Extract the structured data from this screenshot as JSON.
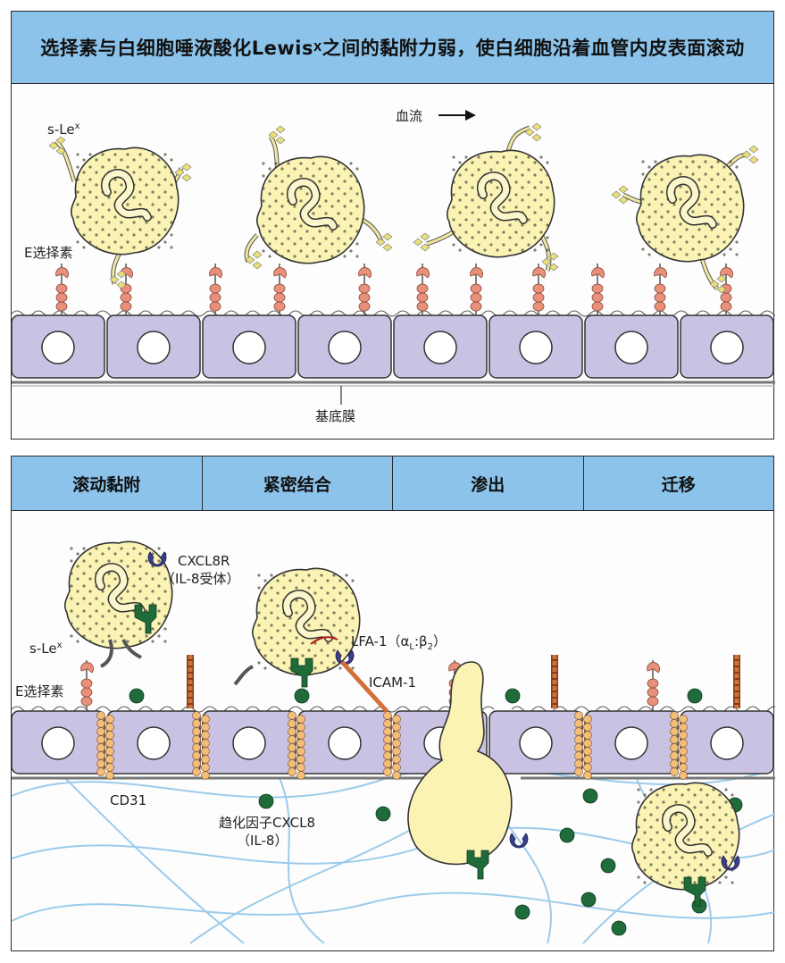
{
  "top_panel": {
    "title_main": "选择素与白细胞唾液酸化Lewis",
    "title_sup": "X",
    "title_rest": "之间的黏附力弱，使白细胞沿着血管内皮表面滚动",
    "label_slex": "s-Le",
    "label_slex_sup": "x",
    "label_eselectin": "E选择素",
    "label_flow": "血流",
    "label_basement": "基底膜"
  },
  "bottom_panel": {
    "stages": [
      "滚动黏附",
      "紧密结合",
      "渗出",
      "迁移"
    ],
    "label_cxcl8r_1": "CXCL8R",
    "label_cxcl8r_2": "（IL-8受体）",
    "label_slex": "s-Le",
    "label_slex_sup": "x",
    "label_eselectin": "E选择素",
    "label_lfa1": "LFA-1（α",
    "label_lfa1_sub": "L",
    "label_lfa1_mid": ":β",
    "label_lfa1_sub2": "2",
    "label_lfa1_end": "）",
    "label_icam1": "ICAM-1",
    "label_cd31": "CD31",
    "label_chemokine_1": "趋化因子CXCL8",
    "label_chemokine_2": "（IL-8）"
  },
  "colors": {
    "header_blue": "#8cc3ea",
    "endothelium": "#c9c2e3",
    "leukocyte": "#faf3b4",
    "selectin": "#e8907a",
    "chemokine": "#1f6b3a",
    "receptor": "#3a3e8c",
    "icam": "#d2703a",
    "matrix_fiber": "#9ccbeb"
  }
}
